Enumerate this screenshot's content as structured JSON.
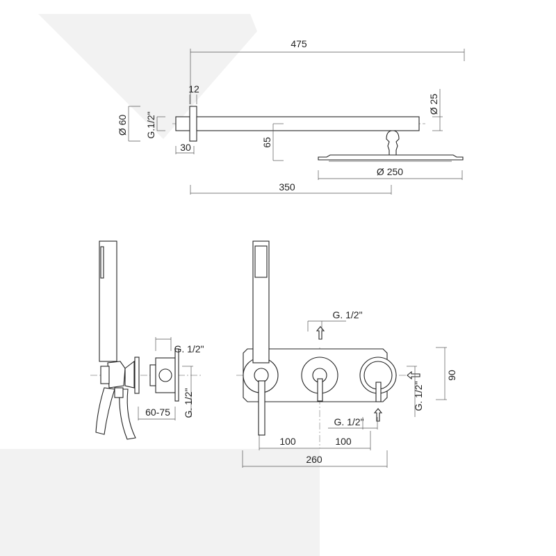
{
  "top_view": {
    "dim_total_length": "475",
    "dim_flange_thickness": "12",
    "dim_flange_diameter": "Ø 60",
    "dim_thread": "G.1/2\"",
    "dim_nut_length": "30",
    "dim_drop": "65",
    "dim_arm_diameter": "Ø 25",
    "dim_head_diameter": "Ø 250",
    "dim_arm_projection": "350"
  },
  "side_view": {
    "dim_thread_top": "G. 1/2\"",
    "dim_depth": "60-75",
    "dim_thread_vertical": "G. 1/2\""
  },
  "front_view": {
    "dim_thread_top": "G. 1/2\"",
    "dim_height": "90",
    "dim_thread_right": "G. 1/2\"",
    "dim_thread_bottom": "G. 1/2\"",
    "dim_spacing_1": "100",
    "dim_spacing_2": "100",
    "dim_total_width": "260"
  }
}
